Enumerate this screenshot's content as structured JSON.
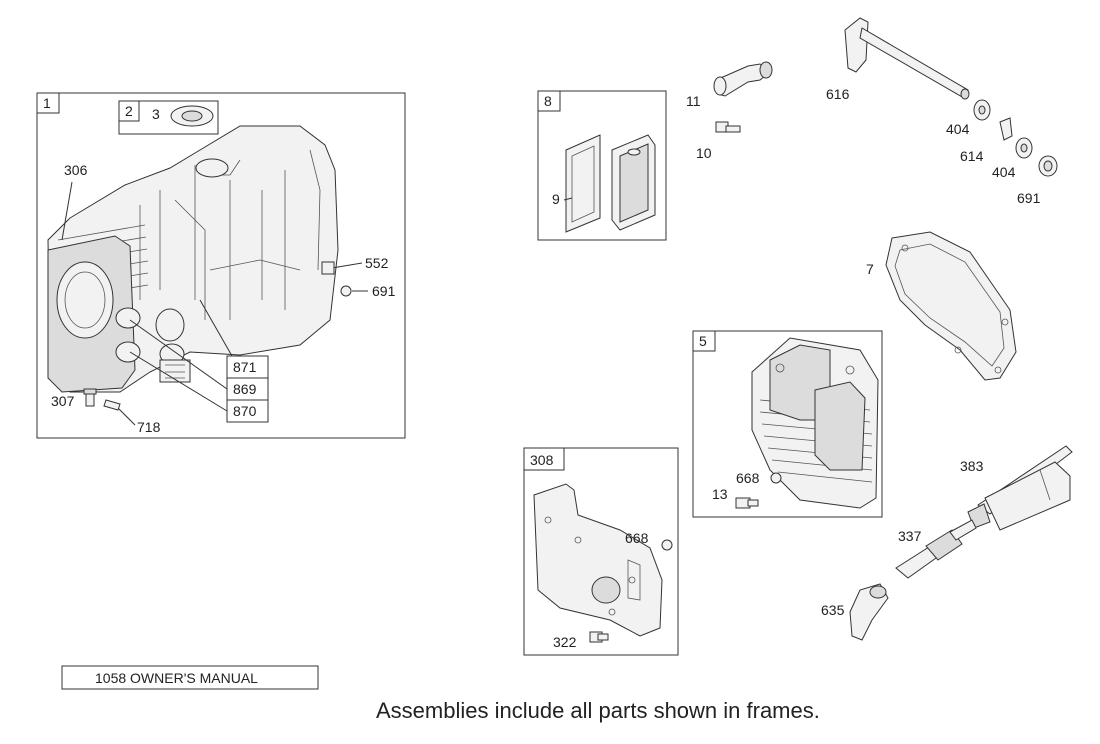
{
  "frames": {
    "f1": "1",
    "f2": "2",
    "f8": "8",
    "f5": "5",
    "f308": "308"
  },
  "labels": {
    "p3": "3",
    "p306": "306",
    "p552": "552",
    "p691a": "691",
    "p871": "871",
    "p869": "869",
    "p870": "870",
    "p307": "307",
    "p718": "718",
    "p9": "9",
    "p11": "11",
    "p10": "10",
    "p616": "616",
    "p404a": "404",
    "p614": "614",
    "p404b": "404",
    "p691b": "691",
    "p7": "7",
    "p668a": "668",
    "p13": "13",
    "p383": "383",
    "p337": "337",
    "p635": "635",
    "p668b": "668",
    "p322": "322"
  },
  "footer": {
    "manual": "1058 OWNER'S MANUAL",
    "caption": "Assemblies include all parts shown in frames."
  }
}
